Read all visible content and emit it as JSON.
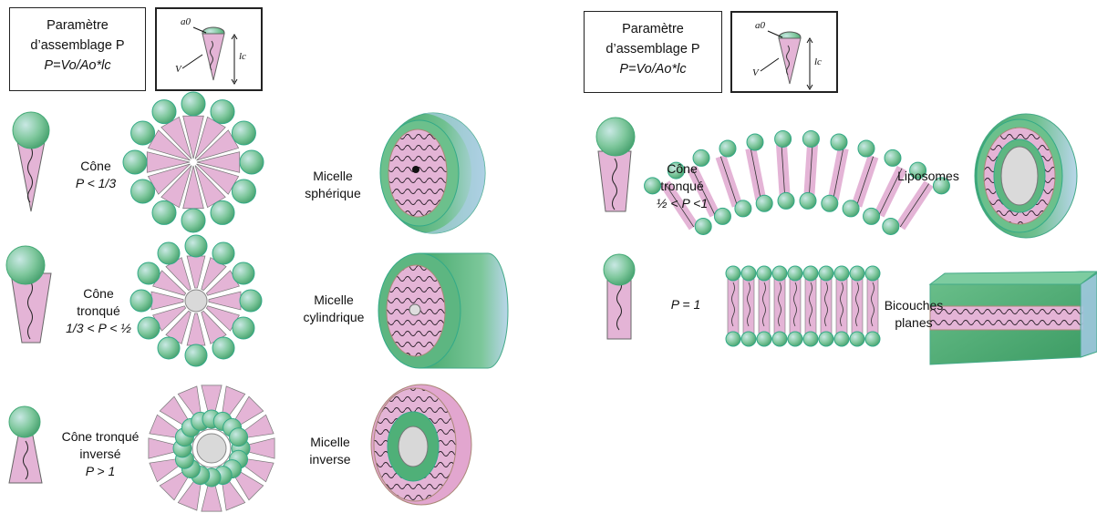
{
  "legend_left": {
    "title_line1": "Paramètre",
    "title_line2": "d’assemblage P",
    "formula": "P=Vo/Ao*lc"
  },
  "legend_right": {
    "title_line1": "Paramètre",
    "title_line2": "d’assemblage P",
    "formula": "P=Vo/Ao*lc"
  },
  "cone_diagram": {
    "a0": "a0",
    "v": "V",
    "lc": "lc"
  },
  "rows": [
    {
      "shape_line1": "Cône",
      "shape_line2": "",
      "condition": "P < 1/3",
      "structure_line1": "Micelle",
      "structure_line2": "sphérique"
    },
    {
      "shape_line1": "Cône",
      "shape_line2": "tronqué",
      "condition": "1/3 < P < ½",
      "structure_line1": "Micelle",
      "structure_line2": "cylindrique"
    },
    {
      "shape_line1": "Cône tronqué",
      "shape_line2": "inversé",
      "condition": "P > 1",
      "structure_line1": "Micelle",
      "structure_line2": "inverse"
    },
    {
      "shape_line1": "Cône",
      "shape_line2": "tronqué",
      "condition": "½ < P <1",
      "structure_line1": "Liposomes",
      "structure_line2": ""
    },
    {
      "shape_line1": "",
      "shape_line2": "",
      "condition": "P = 1",
      "structure_line1": "Bicouches",
      "structure_line2": "planes"
    }
  ],
  "colors": {
    "head_green": "#4caf7a",
    "head_light": "#cfe9e6",
    "tail_pink": "#e4b4d6",
    "outline": "#6a6a6a",
    "core_grey": "#d9d9d9",
    "shell_blue": "#bcd7ea"
  }
}
